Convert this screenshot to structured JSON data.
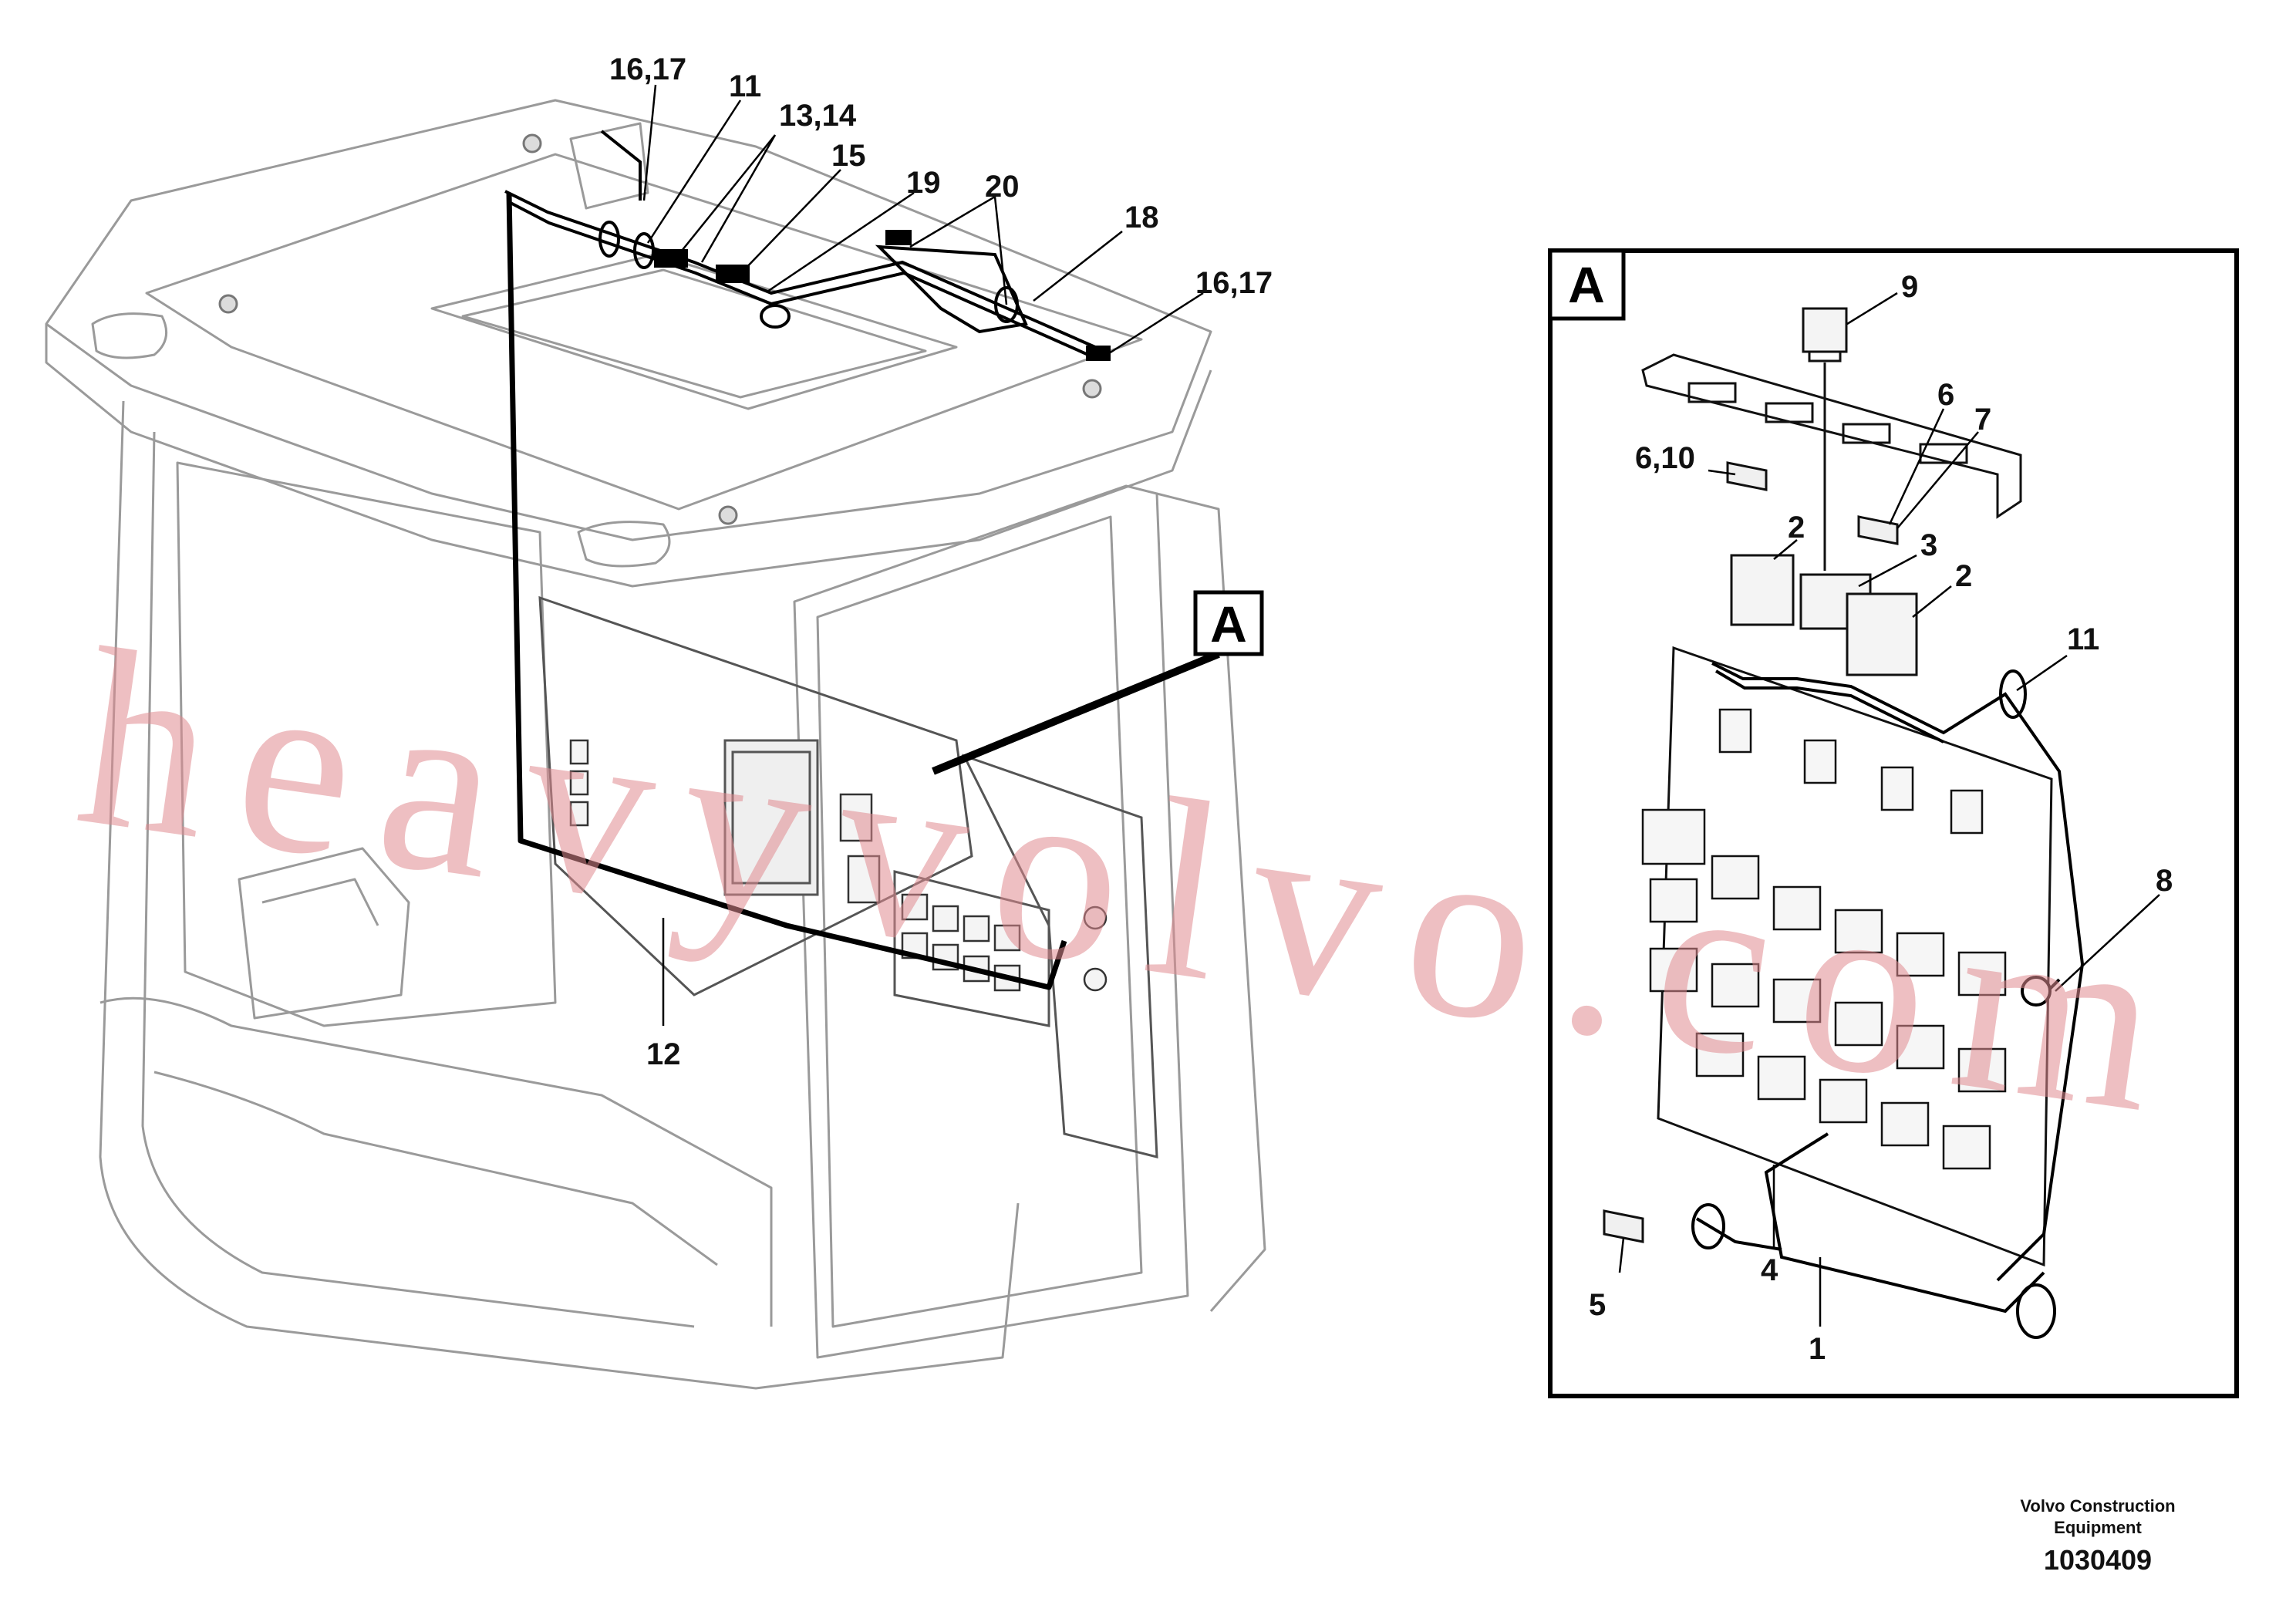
{
  "detail": {
    "letter": "A"
  },
  "callouts": {
    "main": [
      {
        "id": "c-16-17-top",
        "label": "16,17"
      },
      {
        "id": "c-11-main",
        "label": "11"
      },
      {
        "id": "c-13-14",
        "label": "13,14"
      },
      {
        "id": "c-15",
        "label": "15"
      },
      {
        "id": "c-19",
        "label": "19"
      },
      {
        "id": "c-20",
        "label": "20"
      },
      {
        "id": "c-18",
        "label": "18"
      },
      {
        "id": "c-16-17-right",
        "label": "16,17"
      },
      {
        "id": "c-12",
        "label": "12"
      }
    ],
    "detail": [
      {
        "id": "c-9",
        "label": "9"
      },
      {
        "id": "c-6",
        "label": "6"
      },
      {
        "id": "c-7",
        "label": "7"
      },
      {
        "id": "c-6-10",
        "label": "6,10"
      },
      {
        "id": "c-2-left",
        "label": "2"
      },
      {
        "id": "c-3",
        "label": "3"
      },
      {
        "id": "c-2-right",
        "label": "2"
      },
      {
        "id": "c-11-detail",
        "label": "11"
      },
      {
        "id": "c-8",
        "label": "8"
      },
      {
        "id": "c-5",
        "label": "5"
      },
      {
        "id": "c-4",
        "label": "4"
      },
      {
        "id": "c-1",
        "label": "1"
      }
    ]
  },
  "watermark": {
    "text": "heavyvolvo.com"
  },
  "footer": {
    "company_line1": "Volvo Construction",
    "company_line2": "Equipment",
    "doc_number": "1030409"
  }
}
